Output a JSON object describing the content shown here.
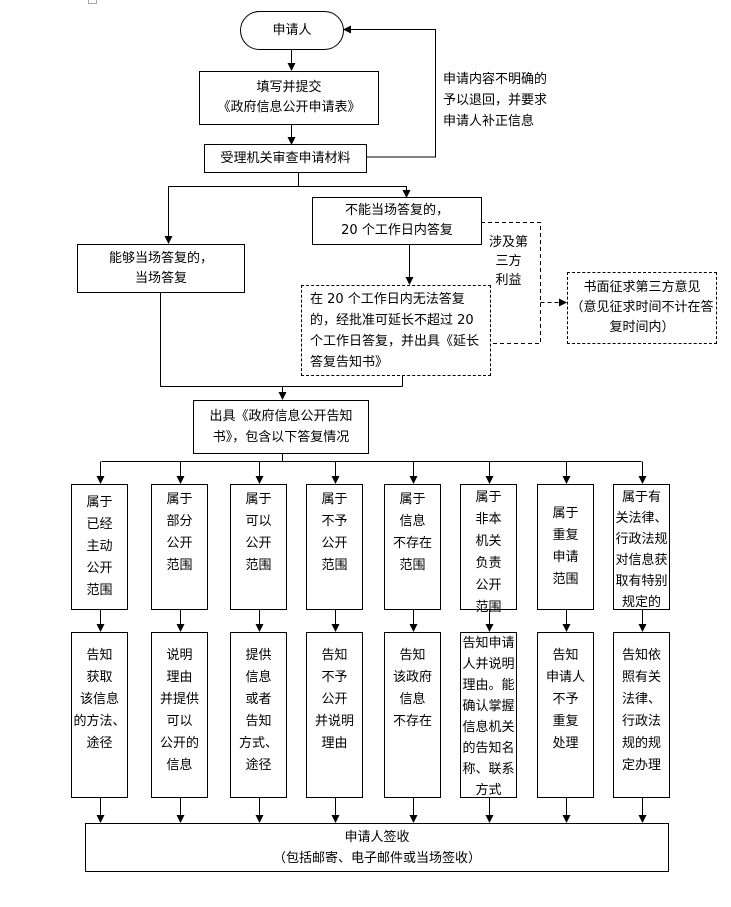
{
  "diagram": {
    "type": "flowchart",
    "start": {
      "label": "申请人"
    },
    "fill_form": {
      "label": "填写并提交\n《政府信息公开申请表》"
    },
    "review": {
      "label": "受理机关审查申请材料"
    },
    "return_note": {
      "label": "申请内容不明确的\n予以退回，并要求\n申请人补正信息"
    },
    "immediate": {
      "label": "能够当场答复的，\n当场答复"
    },
    "not_immediate": {
      "label": "不能当场答复的，\n20 个工作日内答复"
    },
    "extension": {
      "label": "在  20  个工作日内无法答复的，经批准可延长不超过 20 个工作日答复，并出具《延长答复告知书》"
    },
    "third_party_condition": {
      "label": "涉及第\n三方\n利益"
    },
    "third_party_opinion": {
      "label": "书面征求第三方意见\n（意见征求时间不计在答复时间内）"
    },
    "notice": {
      "label": "出具《政府信息公开告知\n书》，包含以下答复情况"
    },
    "categories": [
      {
        "condition": "属于\n已经\n主动\n公开\n范围",
        "action": "告知\n获取\n该信息\n的方法、\n途径"
      },
      {
        "condition": "属于\n部分\n公开\n范围",
        "action": "说明\n理由\n并提供\n可以\n公开的\n信息"
      },
      {
        "condition": "属于\n可以\n公开\n范围",
        "action": "提供\n信息\n或者\n告知\n方式、\n途径"
      },
      {
        "condition": "属于\n不予\n公开\n范围",
        "action": "告知\n不予\n公开\n并说明\n理由"
      },
      {
        "condition": "属于\n信息\n不存在\n范围",
        "action": "告知\n该政府\n信息\n不存在"
      },
      {
        "condition": "属于\n非本\n机关\n负责\n公开\n范围",
        "action": "告知申请\n人并说明\n理由。能\n确认掌握\n信息机关\n的告知名\n称、联系\n方式"
      },
      {
        "condition": "属于\n重复\n申请\n范围",
        "action": "告知\n申请人\n不予\n重复\n处理"
      },
      {
        "condition": "属于有\n关法律、\n行政法规\n对信息获\n取有特别\n规定的",
        "action": "告知依\n照有关\n法律、\n行政法\n规的规\n定办理"
      }
    ],
    "sign": {
      "label": "申请人签收\n（包括邮寄、电子邮件或当场签收）"
    }
  }
}
